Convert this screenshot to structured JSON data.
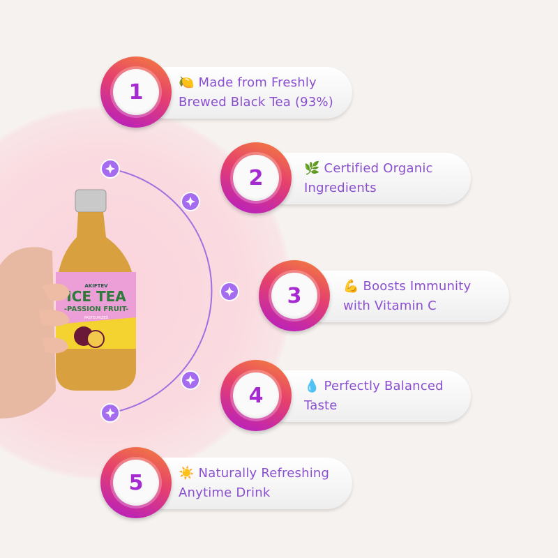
{
  "features": [
    {
      "number": "1",
      "emoji": "🍋",
      "line1": "Made from Freshly",
      "line2": "Brewed Black Tea (93%)"
    },
    {
      "number": "2",
      "emoji": "🌿",
      "line1": "Certified Organic",
      "line2": "Ingredients"
    },
    {
      "number": "3",
      "emoji": "💪",
      "line1": "Boosts Immunity",
      "line2": "with Vitamin C"
    },
    {
      "number": "4",
      "emoji": "💧",
      "line1": "Perfectly Balanced",
      "line2": "Taste"
    },
    {
      "number": "5",
      "emoji": "☀️",
      "line1": "Naturally Refreshing",
      "line2": "Anytime Drink"
    }
  ],
  "product": {
    "brand": "AKIFTEV",
    "name": "ICE TEA",
    "flavor": "-PASSION FRUIT-",
    "tag": "PASTEURIZED"
  },
  "colors": {
    "accent": "#8a4fcf",
    "badge_start": "#f4813a",
    "badge_end": "#b21cc8",
    "background": "#f6f2ef"
  }
}
